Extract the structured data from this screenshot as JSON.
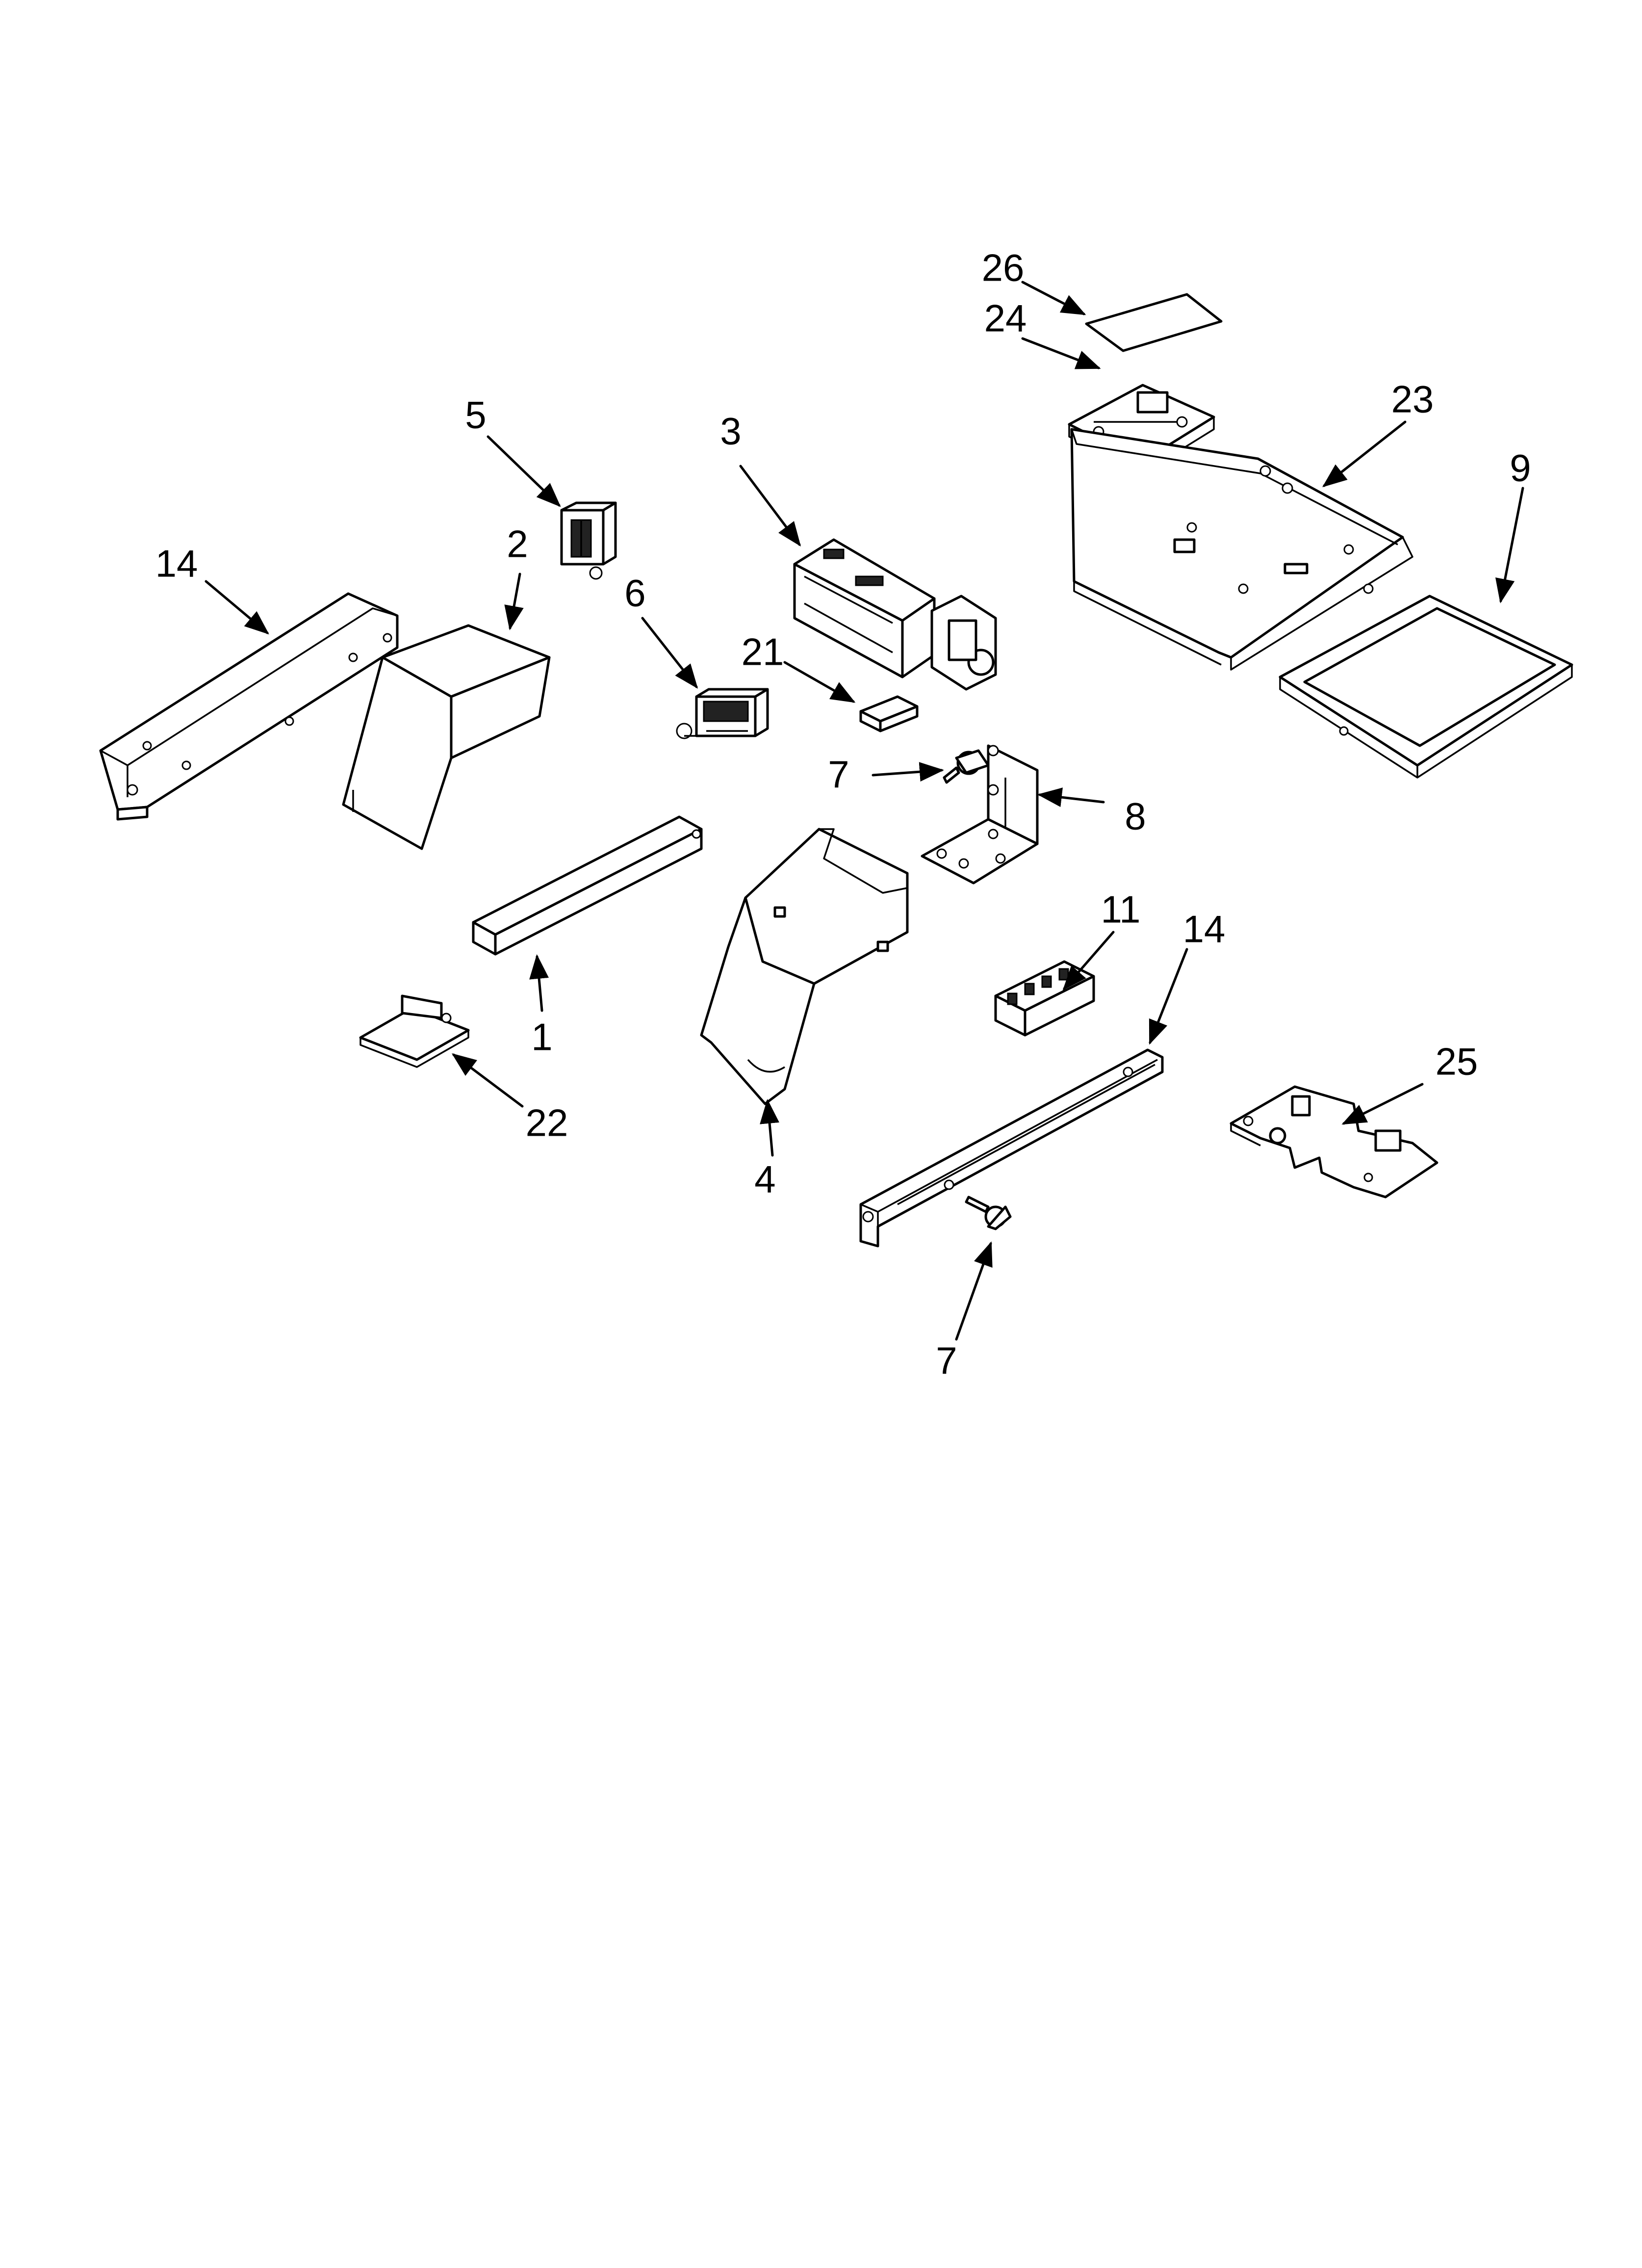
{
  "callouts": [
    {
      "id": "c26",
      "text": "26"
    },
    {
      "id": "c24",
      "text": "24"
    },
    {
      "id": "c23",
      "text": "23"
    },
    {
      "id": "c9",
      "text": "9"
    },
    {
      "id": "c5",
      "text": "5"
    },
    {
      "id": "c3",
      "text": "3"
    },
    {
      "id": "c2",
      "text": "2"
    },
    {
      "id": "c14a",
      "text": "14"
    },
    {
      "id": "c6",
      "text": "6"
    },
    {
      "id": "c21",
      "text": "21"
    },
    {
      "id": "c7a",
      "text": "7"
    },
    {
      "id": "c8",
      "text": "8"
    },
    {
      "id": "c11",
      "text": "11"
    },
    {
      "id": "c14b",
      "text": "14"
    },
    {
      "id": "c1",
      "text": "1"
    },
    {
      "id": "c25",
      "text": "25"
    },
    {
      "id": "c22",
      "text": "22"
    },
    {
      "id": "c4",
      "text": "4"
    },
    {
      "id": "c7b",
      "text": "7"
    }
  ]
}
